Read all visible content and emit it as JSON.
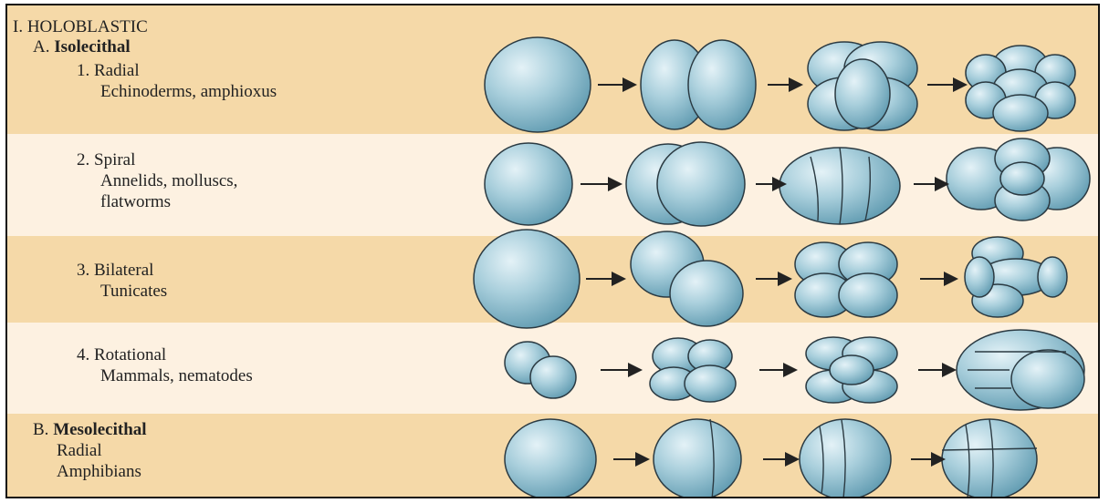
{
  "header": {
    "section": "I. HOLOBLASTIC",
    "sub_a_prefix": "A.",
    "sub_a_name": "Isolecithal",
    "sub_b_prefix": "B.",
    "sub_b_name": "Mesolecithal"
  },
  "rows": [
    {
      "number": "1.",
      "type": "Radial",
      "organisms": [
        "Echinoderms, amphioxus"
      ]
    },
    {
      "number": "2.",
      "type": "Spiral",
      "organisms": [
        "Annelids, molluscs,",
        "flatworms"
      ]
    },
    {
      "number": "3.",
      "type": "Bilateral",
      "organisms": [
        "Tunicates"
      ]
    },
    {
      "number": "4.",
      "type": "Rotational",
      "organisms": [
        "Mammals, nematodes"
      ]
    },
    {
      "number": "",
      "type": "Radial",
      "organisms": [
        "Amphibians"
      ]
    }
  ],
  "colors": {
    "band_dark": "#f5d9a8",
    "band_light": "#fdf1e1",
    "cell_fill": "#a9cfdc",
    "cell_shadow": "#5f9ab0",
    "cell_outline": "#2b3a42",
    "arrow": "#222222"
  }
}
